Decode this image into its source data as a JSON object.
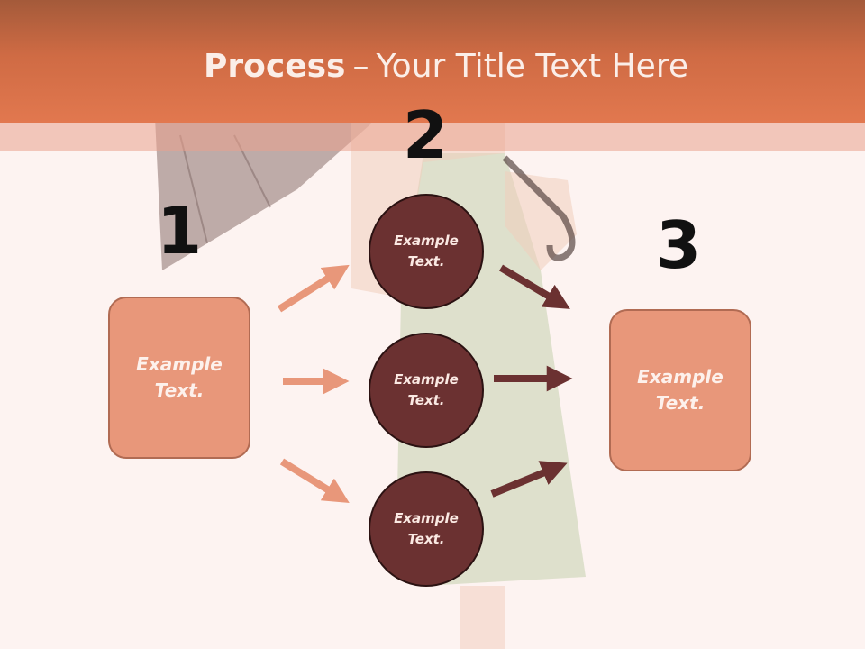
{
  "title": {
    "bold": "Process",
    "separator": "–",
    "rest": "Your Title Text Here"
  },
  "steps": {
    "one": "1",
    "two": "2",
    "three": "3"
  },
  "boxes": {
    "left": "Example Text.",
    "right": "Example Text."
  },
  "circles": {
    "top": "Example Text.",
    "middle": "Example Text.",
    "bottom": "Example Text."
  },
  "colors": {
    "header": "#e2784f",
    "box_fill": "#e8977a",
    "circle_fill": "#6b3131",
    "light_arrow": "#e8977a",
    "dark_arrow": "#6b3131"
  }
}
